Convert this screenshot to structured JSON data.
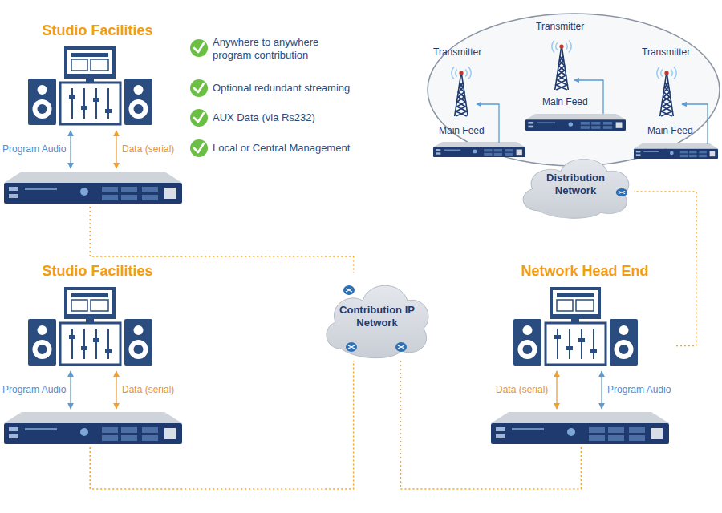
{
  "diagram": {
    "nodes": [
      {
        "text": [
          "Studio Facilities"
        ]
      },
      {
        "text": [
          "Distribution Network"
        ]
      },
      {
        "text": [
          "Contribution IP Network"
        ]
      },
      {
        "text": [
          "Studio Facilities"
        ]
      },
      {
        "text": [
          "Network Head End"
        ]
      }
    ],
    "edges": [
      {
        "from": 0,
        "to": 2,
        "arrow": "none"
      },
      {
        "from": 3,
        "to": 2,
        "arrow": "none"
      },
      {
        "from": 2,
        "to": 4,
        "arrow": "none"
      },
      {
        "from": 4,
        "to": 1,
        "arrow": "none"
      }
    ],
    "labels": [
      "Anywhere to anywhere program contribution",
      "Optional redundant streaming",
      "AUX Data (via Rs232)",
      "Local or Central Management",
      "Program Audio",
      "Data (serial)",
      "Transmitter",
      "Transmitter",
      "Transmitter",
      "Main Feed",
      "Main Feed",
      "Main Feed",
      "Program Audio",
      "Data (serial)",
      "Data (serial)",
      "Program Audio"
    ]
  }
}
